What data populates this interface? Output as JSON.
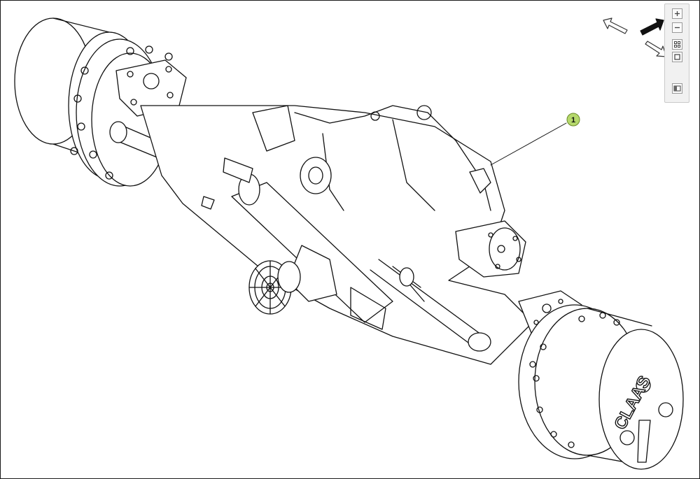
{
  "viewer": {
    "callout": {
      "number": "1",
      "color": "#b5d86b"
    },
    "brand_logo_text": "CLAAS",
    "nav": {
      "prev_icon": "arrow-left-icon",
      "next_icon": "arrow-right-icon",
      "down_icon": "arrow-down-right-icon"
    },
    "toolbar": {
      "buttons": [
        {
          "name": "zoom-in",
          "icon": "plus-icon"
        },
        {
          "name": "zoom-out",
          "icon": "minus-icon"
        },
        {
          "name": "fit-to-window",
          "icon": "fit-icon"
        },
        {
          "name": "actual-size",
          "icon": "square-icon"
        },
        {
          "name": "toggle-panel",
          "icon": "panel-icon"
        }
      ]
    }
  }
}
